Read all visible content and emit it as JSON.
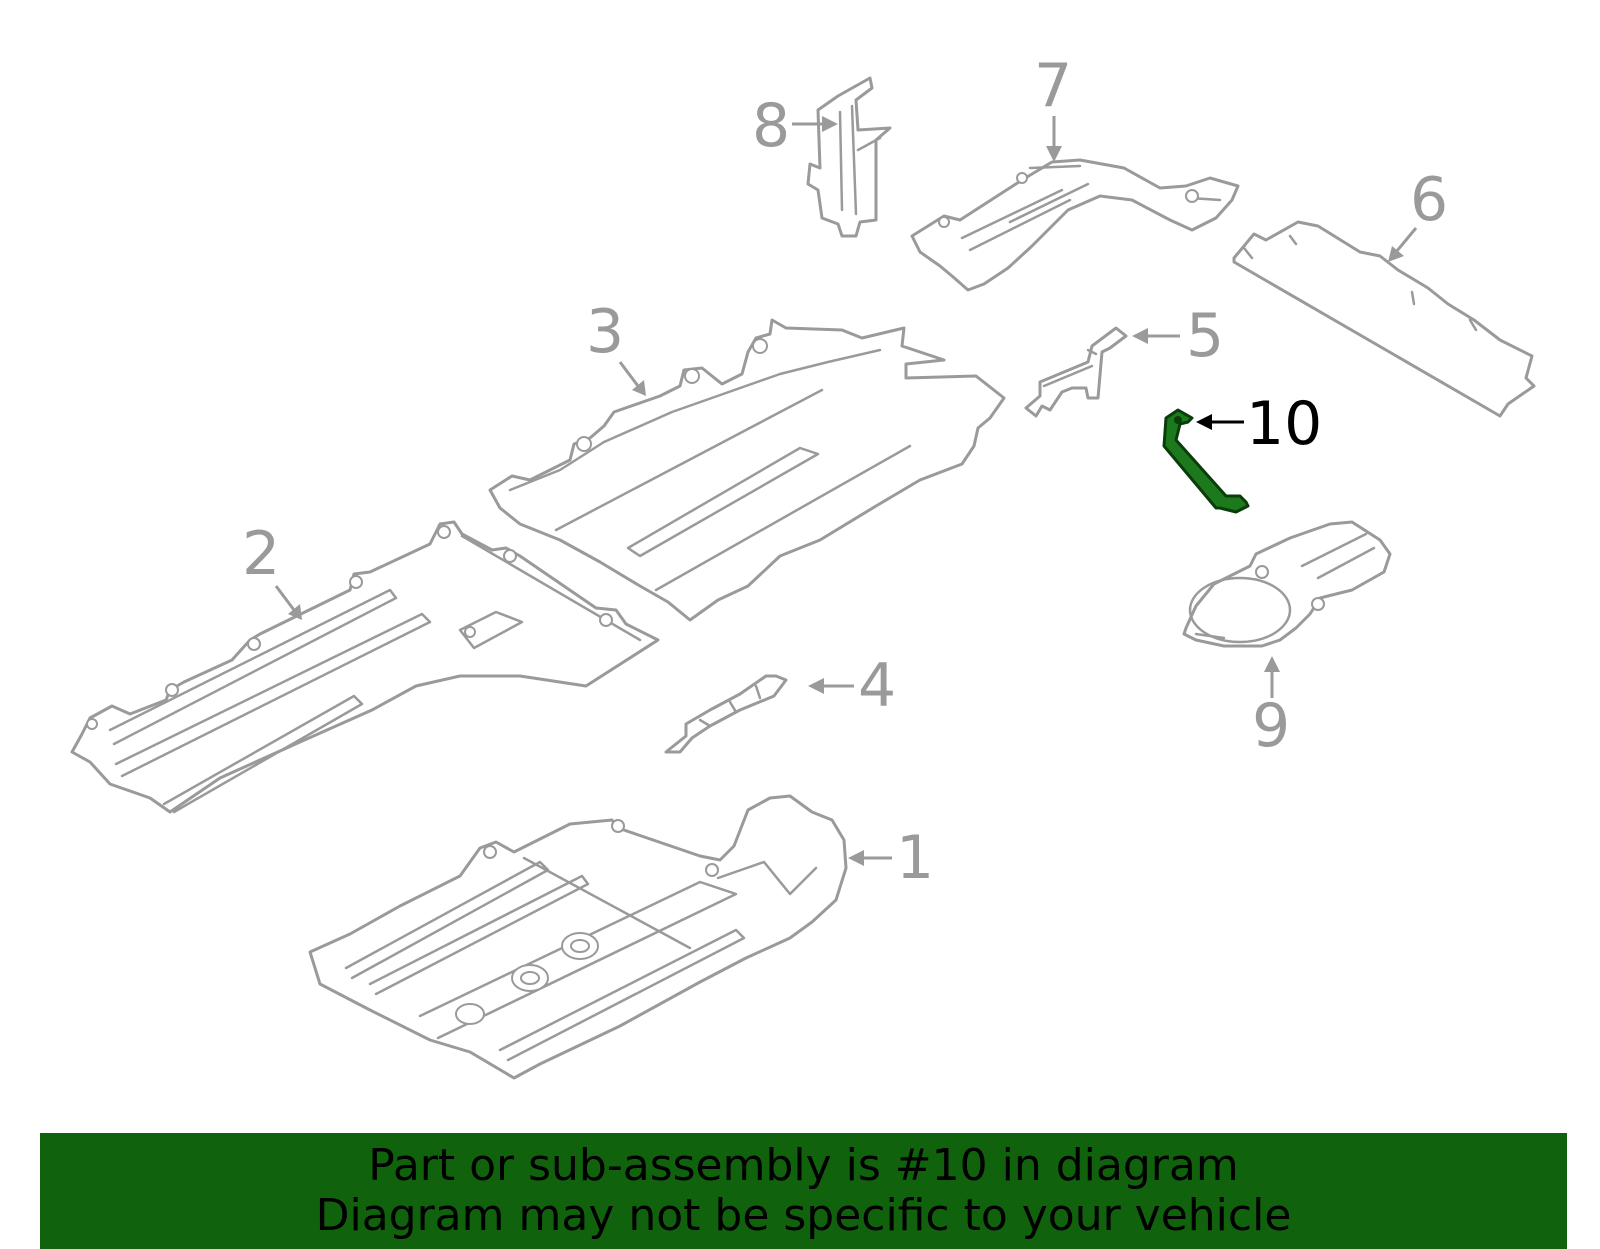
{
  "diagram": {
    "callouts": [
      {
        "id": "1",
        "label": "1"
      },
      {
        "id": "2",
        "label": "2"
      },
      {
        "id": "3",
        "label": "3"
      },
      {
        "id": "4",
        "label": "4"
      },
      {
        "id": "5",
        "label": "5"
      },
      {
        "id": "6",
        "label": "6"
      },
      {
        "id": "7",
        "label": "7"
      },
      {
        "id": "8",
        "label": "8"
      },
      {
        "id": "9",
        "label": "9"
      },
      {
        "id": "10",
        "label": "10"
      }
    ],
    "highlighted_part": "10",
    "colors": {
      "part_outline": "#9a9a9a",
      "highlight_fill": "#1c7a1c",
      "highlight_callout": "#000000"
    }
  },
  "banner": {
    "line1": "Part or sub-assembly is #10 in diagram",
    "line2": "Diagram may not be specific to your vehicle",
    "background": "#11620d"
  }
}
